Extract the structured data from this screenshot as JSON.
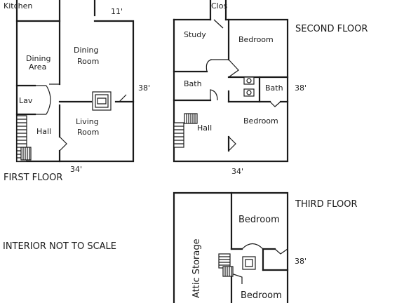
{
  "first_floor": {
    "title": "FIRST FLOOR",
    "rooms": {
      "kitchen": "Kitchen",
      "dining_area_line1": "Dining",
      "dining_area_line2": "Area",
      "dining_room_line1": "Dining",
      "dining_room_line2": "Room",
      "lav": "Lav",
      "hall": "Hall",
      "living_room_line1": "Living",
      "living_room_line2": "Room"
    },
    "dimensions": {
      "top": "11'",
      "side": "38'",
      "bottom": "34'"
    }
  },
  "second_floor": {
    "title": "SECOND FLOOR",
    "rooms": {
      "closet": "Clos",
      "study": "Study",
      "bedroom_top": "Bedroom",
      "bath_left": "Bath",
      "bath_right": "Bath",
      "hall": "Hall",
      "bedroom_bottom": "Bedroom"
    },
    "dimensions": {
      "side": "38'",
      "bottom": "34'"
    }
  },
  "third_floor": {
    "title": "THIRD FLOOR",
    "rooms": {
      "attic": "Attic Storage",
      "bedroom_top": "Bedroom",
      "bedroom_bottom": "Bedroom"
    },
    "dimensions": {
      "side": "38'"
    }
  },
  "note": "INTERIOR NOT TO SCALE"
}
